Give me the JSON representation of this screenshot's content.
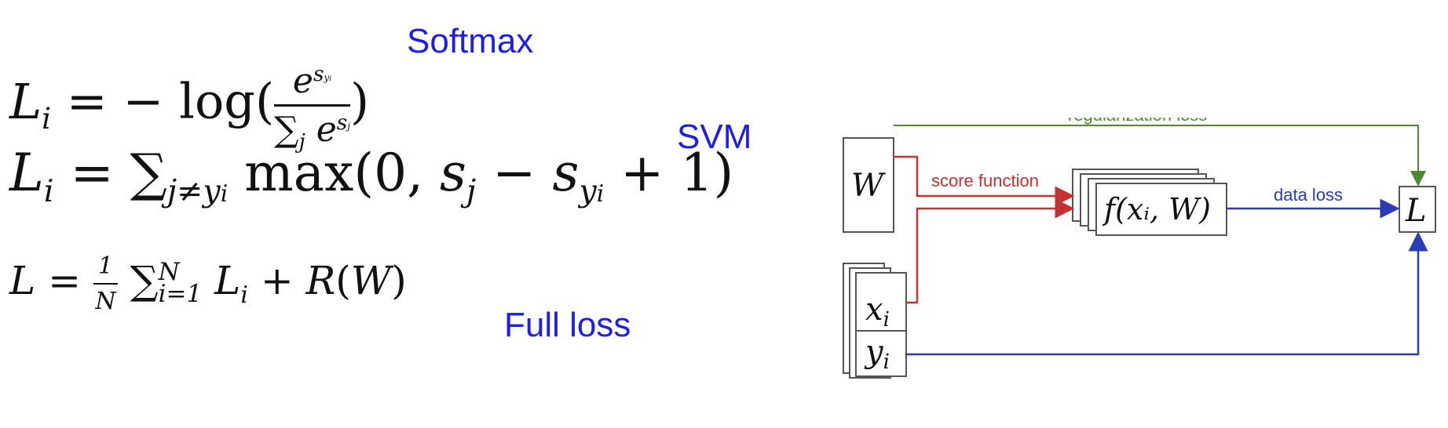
{
  "labels": {
    "softmax": "Softmax",
    "svm": "SVM",
    "full_loss": "Full loss"
  },
  "diagram": {
    "regularization_loss": "regularization loss",
    "score_function": "score function",
    "data_loss": "data loss",
    "W": "W",
    "x": "x",
    "x_sub": "i",
    "y": "y",
    "y_sub": "i",
    "L": "L",
    "f_label": "f(xᵢ, W)"
  },
  "colors": {
    "green": "#4f8a2e",
    "red": "#c43232",
    "blue": "#2a3bb8",
    "label_blue": "#1f1fe0"
  }
}
